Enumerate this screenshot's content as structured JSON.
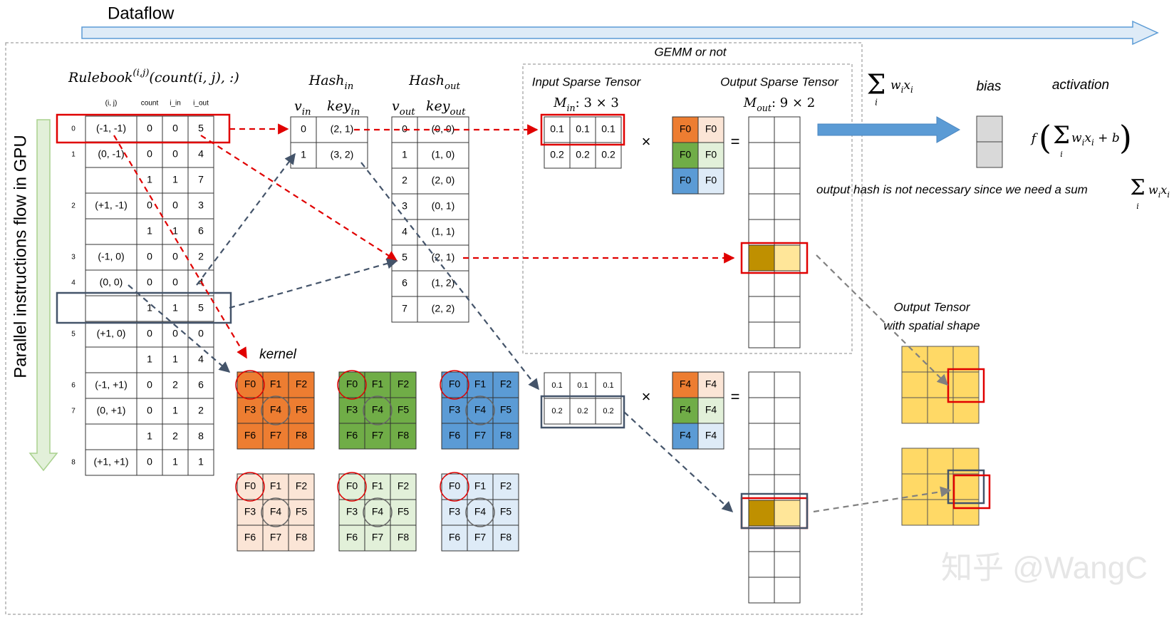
{
  "dataflow_label": "Dataflow",
  "parallel_label": "Parallel instructions flow in GPU",
  "gemm_label": "GEMM or not",
  "rulebook": {
    "title": "Rulebook(i,j)(count(i,j), :)",
    "headers": [
      "(i, j)",
      "count",
      "i_in",
      "i_out"
    ],
    "rows": [
      {
        "idx": "0",
        "ij": "(-1, -1)",
        "count": "0",
        "iin": "0",
        "iout": "5"
      },
      {
        "idx": "1",
        "ij": "(0, -1)",
        "count": "0",
        "iin": "0",
        "iout": "4"
      },
      {
        "idx": "",
        "ij": "",
        "count": "1",
        "iin": "1",
        "iout": "7"
      },
      {
        "idx": "2",
        "ij": "(+1, -1)",
        "count": "0",
        "iin": "0",
        "iout": "3"
      },
      {
        "idx": "",
        "ij": "",
        "count": "1",
        "iin": "1",
        "iout": "6"
      },
      {
        "idx": "3",
        "ij": "(-1, 0)",
        "count": "0",
        "iin": "0",
        "iout": "2"
      },
      {
        "idx": "4",
        "ij": "(0, 0)",
        "count": "0",
        "iin": "0",
        "iout": "4"
      },
      {
        "idx": "",
        "ij": "",
        "count": "1",
        "iin": "1",
        "iout": "5"
      },
      {
        "idx": "5",
        "ij": "(+1, 0)",
        "count": "0",
        "iin": "0",
        "iout": "0"
      },
      {
        "idx": "",
        "ij": "",
        "count": "1",
        "iin": "1",
        "iout": "4"
      },
      {
        "idx": "6",
        "ij": "(-1, +1)",
        "count": "0",
        "iin": "2",
        "iout": "6"
      },
      {
        "idx": "7",
        "ij": "(0, +1)",
        "count": "0",
        "iin": "1",
        "iout": "2"
      },
      {
        "idx": "",
        "ij": "",
        "count": "1",
        "iin": "2",
        "iout": "8"
      },
      {
        "idx": "8",
        "ij": "(+1, +1)",
        "count": "0",
        "iin": "1",
        "iout": "1"
      }
    ]
  },
  "hash_in": {
    "title": "Hash_in",
    "col1": "v_in",
    "col2": "key_in",
    "rows": [
      [
        "0",
        "(2, 1)"
      ],
      [
        "1",
        "(3, 2)"
      ]
    ]
  },
  "hash_out": {
    "title": "Hash_out",
    "col1": "v_out",
    "col2": "key_out",
    "rows": [
      [
        "0",
        "(0, 0)"
      ],
      [
        "1",
        "(1, 0)"
      ],
      [
        "2",
        "(2, 0)"
      ],
      [
        "3",
        "(0, 1)"
      ],
      [
        "4",
        "(1, 1)"
      ],
      [
        "5",
        "(2, 1)"
      ],
      [
        "6",
        "(1, 2)"
      ],
      [
        "7",
        "(2, 2)"
      ]
    ]
  },
  "input_sparse": {
    "title": "Input Sparse Tensor",
    "shape": "M_in: 3 × 3",
    "rows": [
      [
        "0.1",
        "0.1",
        "0.1"
      ],
      [
        "0.2",
        "0.2",
        "0.2"
      ]
    ]
  },
  "output_sparse": {
    "title": "Output Sparse Tensor",
    "shape": "M_out: 9 × 2"
  },
  "weights_top": [
    [
      "F0",
      "F0"
    ],
    [
      "F0",
      "F0"
    ],
    [
      "F0",
      "F0"
    ]
  ],
  "weights_bottom": [
    [
      "F4",
      "F4"
    ],
    [
      "F4",
      "F4"
    ],
    [
      "F4",
      "F4"
    ]
  ],
  "times_sign": "×",
  "equals_sign": "=",
  "sum_label": "Σ w_i x_i",
  "bias_label": "bias",
  "activation_label": "activation",
  "activation_formula": "f ( Σ w_i x_i + b )",
  "note": "output hash is not necessary since we need a sum",
  "kernel_label": "kernel",
  "kernel_cells": [
    "F0",
    "F1",
    "F2",
    "F3",
    "F4",
    "F5",
    "F6",
    "F7",
    "F8"
  ],
  "output_tensor_label_1": "Output Tensor",
  "output_tensor_label_2": "with spatial shape",
  "watermark": "知乎 @WangC",
  "colors": {
    "orange": "#ED7D31",
    "green": "#70AD47",
    "blue": "#5B9BD5",
    "light_orange": "#FBE5D6",
    "light_green": "#E2F0D9",
    "light_blue": "#DEEBF7",
    "gold": "#BF9000",
    "light_gold": "#FFE699",
    "tensor_yellow": "#FFD966",
    "red": "#E00000",
    "slate": "#44546A",
    "arrow_blue": "#5B9BD5"
  }
}
